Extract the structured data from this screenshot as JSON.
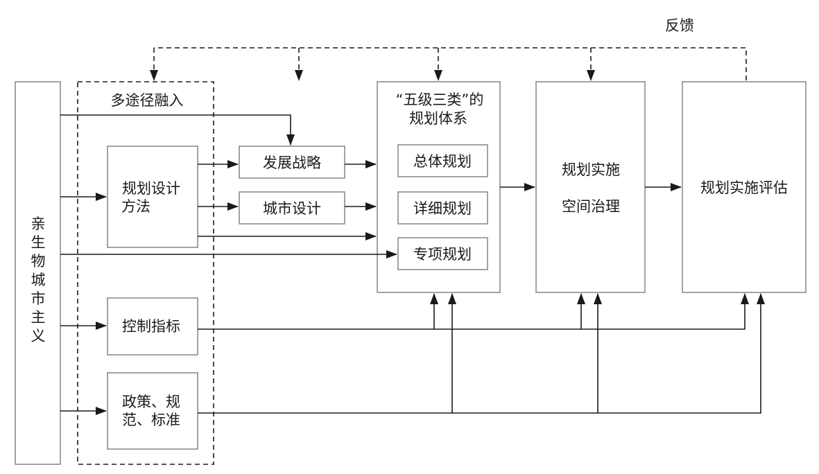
{
  "feedback": "反馈",
  "left_pillar": [
    "亲",
    "生",
    "物",
    "城",
    "市",
    "主",
    "义"
  ],
  "group_label": "多途径融入",
  "methods_lines": [
    "规划设计",
    "方法"
  ],
  "control": "控制指标",
  "policy_lines": [
    "政策、规",
    "范、标准"
  ],
  "dev_strategy": "发展战略",
  "urban_design": "城市设计",
  "system_lines": [
    "“五级三类”的",
    "规划体系"
  ],
  "overall": "总体规划",
  "detailed": "详细规划",
  "special": "专项规划",
  "implementation_lines": [
    "规划实施",
    "空间治理"
  ],
  "evaluation": "规划实施评估"
}
